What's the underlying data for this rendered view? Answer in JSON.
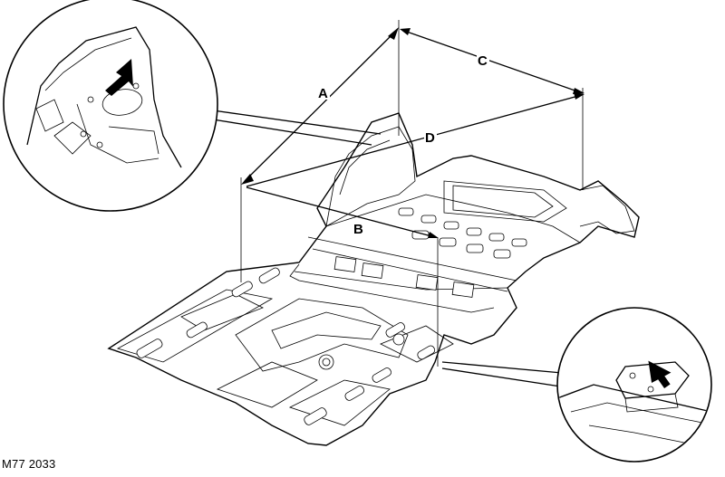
{
  "figure": {
    "code": "M77 2033"
  },
  "labels": {
    "a": "A",
    "b": "B",
    "c": "C",
    "d": "D"
  }
}
